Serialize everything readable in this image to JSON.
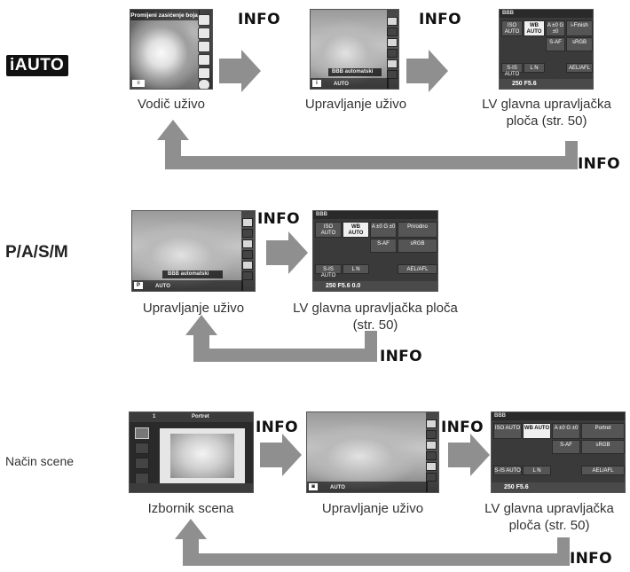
{
  "colors": {
    "arrow": "#8f8f8f",
    "text": "#222222",
    "badge_bg": "#111111"
  },
  "sections": {
    "iauto": {
      "mode_label": "iAUTO",
      "info_1": "INFO",
      "info_2": "INFO",
      "info_return": "INFO",
      "caption_1": "Vodič uživo",
      "caption_2": "Upravljanje uživo",
      "caption_3": "LV glavna upravljačka ploča (str. 50)",
      "screen1_title": "Promijeni zasićenje boja",
      "screen2_banner": "BBB automatski",
      "screen2_bar": "AUTO",
      "screen3_header": "BBB",
      "screen3_cells": [
        "ISO AUTO",
        "WB AUTO",
        "A ±0 G ±0",
        "i-Finish",
        "S-AF",
        "sRGB",
        "S-IS AUTO",
        "L N",
        "AEL/AFL"
      ],
      "screen3_bottom": "250  F5.6"
    },
    "pasm": {
      "mode_label": "P/A/S/M",
      "info_1": "INFO",
      "info_return": "INFO",
      "caption_1": "Upravljanje uživo",
      "caption_2": "LV glavna upravljačka ploča (str. 50)",
      "screen1_banner": "BBB automatski",
      "screen1_bar": "AUTO",
      "screen2_header": "BBB",
      "screen2_cells": [
        "ISO AUTO",
        "WB AUTO",
        "A ±0 G ±0",
        "Prirodno",
        "S-AF",
        "sRGB",
        "S-IS AUTO",
        "L N",
        "AEL/AFL"
      ],
      "screen2_bottom": "250  F5.6  0.0",
      "mode_tag": "P"
    },
    "scene": {
      "mode_label": "Način scene",
      "info_1": "INFO",
      "info_2": "INFO",
      "info_return": "INFO",
      "caption_1": "Izbornik scena",
      "caption_2": "Upravljanje uživo",
      "caption_3": "LV glavna upravljačka ploča (str. 50)",
      "screen1_title": "Portret",
      "screen1_index": "1",
      "screen2_bar": "AUTO",
      "screen3_header": "BBB",
      "screen3_cells": [
        "ISO AUTO",
        "WB AUTO",
        "A ±0 G ±0",
        "Portret",
        "S-AF",
        "sRGB",
        "S-IS AUTO",
        "L N",
        "AEL/AFL"
      ],
      "screen3_bottom": "250  F5.6"
    }
  }
}
